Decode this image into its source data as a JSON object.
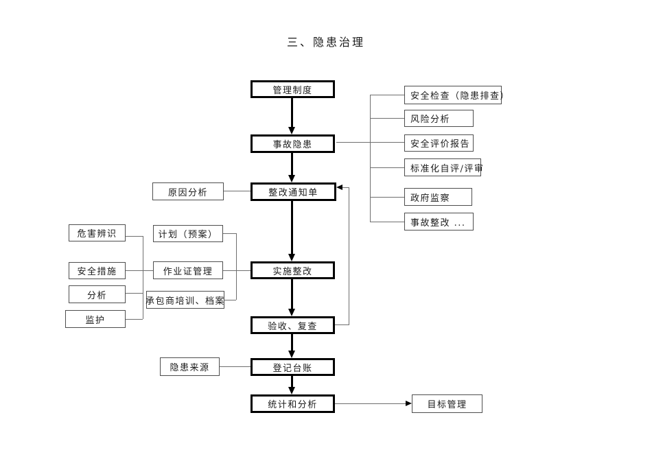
{
  "title": "三、隐患治理",
  "colors": {
    "background": "#ffffff",
    "main_box_border": "#000000",
    "side_box_border": "#4d4d4d",
    "connector_line": "#6e6e6e",
    "text": "#1a1a1a"
  },
  "nodes": {
    "management_system": "管理制度",
    "accident_hazard": "事故隐患",
    "rectification_notice": "整改通知单",
    "implement_rectification": "实施整改",
    "acceptance_recheck": "验收、复查",
    "ledger": "登记台账",
    "statistics_analysis": "统计和分析",
    "safety_inspection": "安全检查（隐患排查）",
    "risk_analysis": "风险分析",
    "safety_evaluation_report": "安全评价报告",
    "standardization_review": "标准化自评/评审",
    "government_supervision": "政府监察",
    "accident_rectification": "事故整改 ...",
    "cause_analysis": "原因分析",
    "hazard_identification": "危害辨识",
    "safety_measures": "安全措施",
    "analysis": "分析",
    "monitoring": "监护",
    "plan_contingency": "计划（预案）",
    "work_permit_management": "作业证管理",
    "contractor_training": "承包商培训、档案",
    "hazard_source": "隐患来源",
    "target_management": "目标管理"
  }
}
